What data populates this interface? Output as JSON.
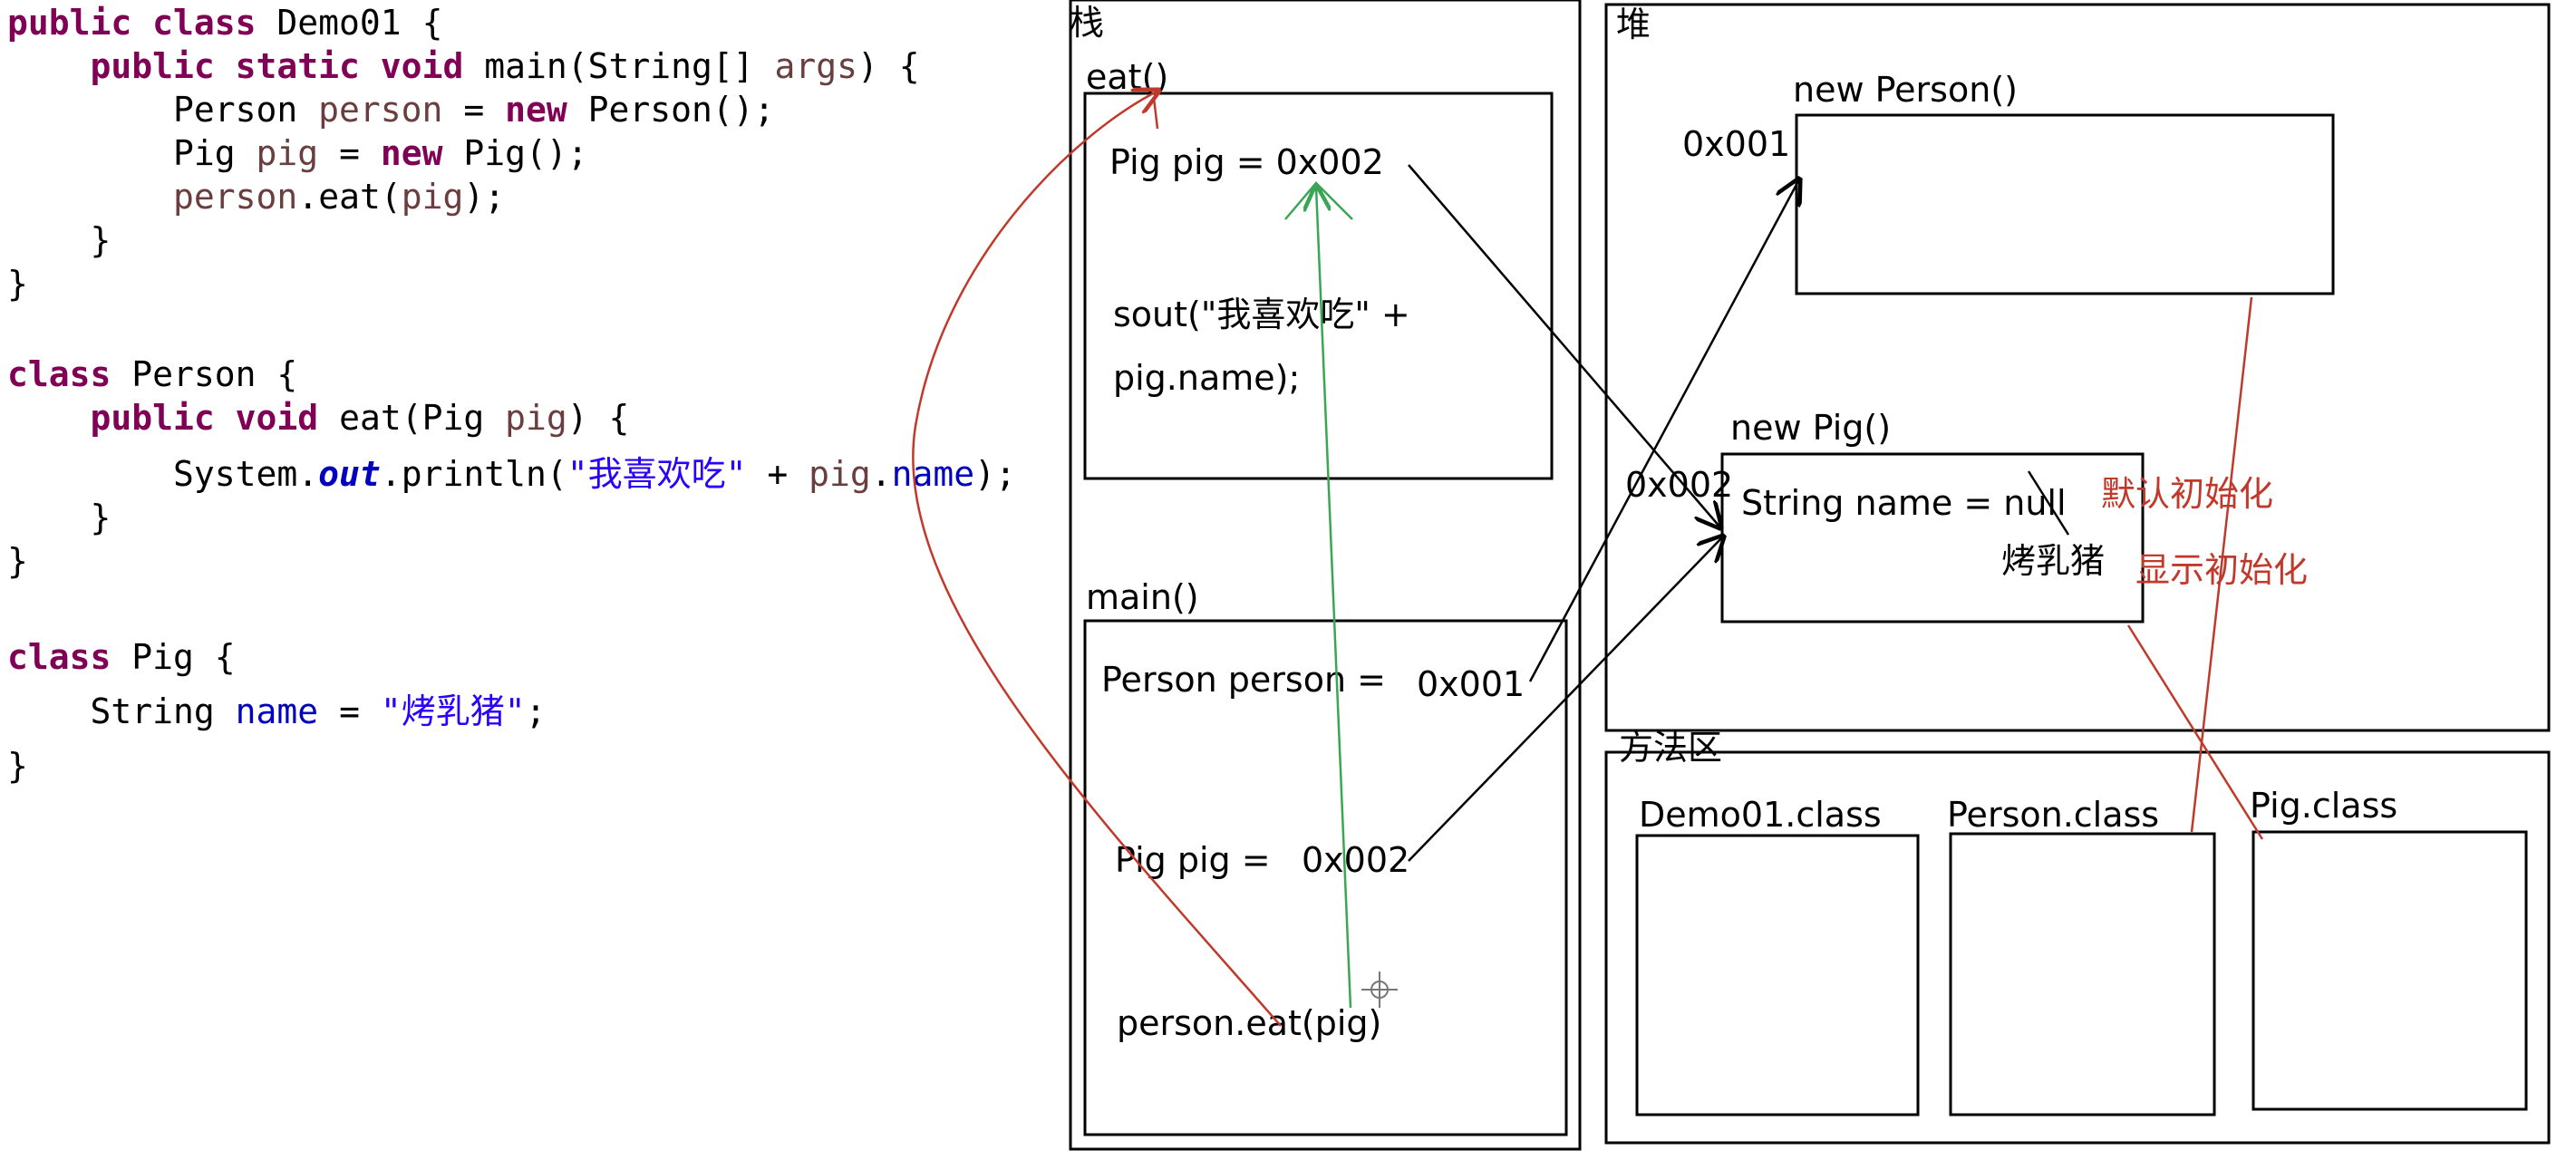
{
  "code_lines": [
    [
      {
        "t": "public class ",
        "c": "kw"
      },
      {
        "t": "Demo01 {"
      }
    ],
    [
      {
        "t": "    "
      },
      {
        "t": "public static void ",
        "c": "kw"
      },
      {
        "t": "main(String[] "
      },
      {
        "t": "args",
        "c": "vr"
      },
      {
        "t": ") {"
      }
    ],
    [
      {
        "t": "        Person "
      },
      {
        "t": "person",
        "c": "vr"
      },
      {
        "t": " = "
      },
      {
        "t": "new ",
        "c": "kw"
      },
      {
        "t": "Person();"
      }
    ],
    [
      {
        "t": "        Pig "
      },
      {
        "t": "pig",
        "c": "vr"
      },
      {
        "t": " = "
      },
      {
        "t": "new ",
        "c": "kw"
      },
      {
        "t": "Pig();"
      }
    ],
    [
      {
        "t": "        "
      },
      {
        "t": "person",
        "c": "vr"
      },
      {
        "t": ".eat("
      },
      {
        "t": "pig",
        "c": "vr"
      },
      {
        "t": ");"
      }
    ],
    [
      {
        "t": "    }"
      }
    ],
    [
      {
        "t": "}"
      }
    ],
    [
      {
        "t": ""
      }
    ],
    [
      {
        "t": "class ",
        "c": "kw"
      },
      {
        "t": "Person {"
      }
    ],
    [
      {
        "t": "    "
      },
      {
        "t": "public void ",
        "c": "kw"
      },
      {
        "t": "eat(Pig "
      },
      {
        "t": "pig",
        "c": "vr"
      },
      {
        "t": ") {"
      }
    ],
    [
      {
        "t": "        System."
      },
      {
        "t": "out",
        "c": "ifd"
      },
      {
        "t": ".println("
      },
      {
        "t": "\"我喜欢吃\"",
        "c": "st"
      },
      {
        "t": " + "
      },
      {
        "t": "pig",
        "c": "vr"
      },
      {
        "t": "."
      },
      {
        "t": "name",
        "c": "fd"
      },
      {
        "t": ");"
      }
    ],
    [
      {
        "t": "    }"
      }
    ],
    [
      {
        "t": "}"
      }
    ],
    [
      {
        "t": ""
      }
    ],
    [
      {
        "t": "class ",
        "c": "kw"
      },
      {
        "t": "Pig {"
      }
    ],
    [
      {
        "t": "    String "
      },
      {
        "t": "name",
        "c": "fd"
      },
      {
        "t": " = "
      },
      {
        "t": "\"烤乳猪\"",
        "c": "st"
      },
      {
        "t": ";"
      }
    ],
    [
      {
        "t": "}"
      }
    ]
  ],
  "diagram": {
    "stack_title": "栈",
    "heap_title": "堆",
    "method_area_title": "方法区",
    "eat_frame": {
      "title": "eat()",
      "pig_line": "Pig pig = 0x002",
      "sout_line1": "sout(\"我喜欢吃\" +",
      "sout_line2": "pig.name);"
    },
    "main_frame": {
      "title": "main()",
      "person_line": "Person person =",
      "person_addr": "0x001",
      "pig_line": "Pig pig =",
      "pig_addr": "0x002",
      "call_line": "person.eat(pig)"
    },
    "heap_person": {
      "title": "new Person()",
      "addr": "0x001"
    },
    "heap_pig": {
      "title": "new Pig()",
      "addr": "0x002",
      "field_line": "String name = null",
      "new_value": "烤乳猪"
    },
    "annotations": {
      "default_init": "默认初始化",
      "explicit_init": "显示初始化"
    },
    "classes": [
      "Demo01.class",
      "Person.class",
      "Pig.class"
    ],
    "colors": {
      "keyword": "#7f0055",
      "variable": "#6a3e3e",
      "field": "#0000c0",
      "string": "#2a00ff",
      "annotation": "#c0392b",
      "call_arrow": "#c0392b",
      "return_arrow": "#3aa655"
    }
  }
}
